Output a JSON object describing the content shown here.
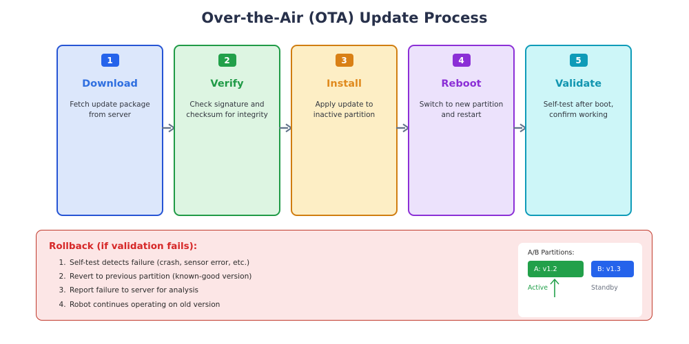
{
  "title": "Over-the-Air (OTA) Update Process",
  "flow": {
    "arrow_icon": "arrow-right-icon",
    "steps": [
      {
        "number": "1",
        "name": "Download",
        "description": "Fetch update package from server",
        "badge_color": "#2563eb",
        "name_color": "#2f6fe0",
        "border_color": "#2554d4",
        "bg_color": "#dce7fb"
      },
      {
        "number": "2",
        "name": "Verify",
        "description": "Check signature and checksum for integrity",
        "badge_color": "#22a04a",
        "name_color": "#1f9a46",
        "border_color": "#1f9a46",
        "bg_color": "#ddf5e2"
      },
      {
        "number": "3",
        "name": "Install",
        "description": "Apply update to inactive partition",
        "badge_color": "#d98016",
        "name_color": "#e08a1e",
        "border_color": "#d07d10",
        "bg_color": "#fdeec5"
      },
      {
        "number": "4",
        "name": "Reboot",
        "description": "Switch to new partition and restart",
        "badge_color": "#8b2fd6",
        "name_color": "#8b2fd6",
        "border_color": "#8b2fd6",
        "bg_color": "#ece2fc"
      },
      {
        "number": "5",
        "name": "Validate",
        "description": "Self-test after boot, confirm working",
        "badge_color": "#0e9bb8",
        "name_color": "#1195b0",
        "border_color": "#0e9bb8",
        "bg_color": "#cdf6f8"
      }
    ]
  },
  "rollback": {
    "title": "Rollback (if validation fails):",
    "items": [
      "Self-test detects failure (crash, sensor error, etc.)",
      "Revert to previous partition (known-good version)",
      "Report failure to server for analysis",
      "Robot continues operating on old version"
    ],
    "border_color": "#c0392b",
    "bg_color": "#fce6e6",
    "title_color": "#d62828"
  },
  "partitions": {
    "title": "A/B Partitions:",
    "arrow_icon": "arrow-up-icon",
    "a": {
      "chip_label": "A: v1.2",
      "state_label": "Active",
      "color": "#22a04a"
    },
    "b": {
      "chip_label": "B: v1.3",
      "state_label": "Standby",
      "color": "#2563eb"
    }
  }
}
